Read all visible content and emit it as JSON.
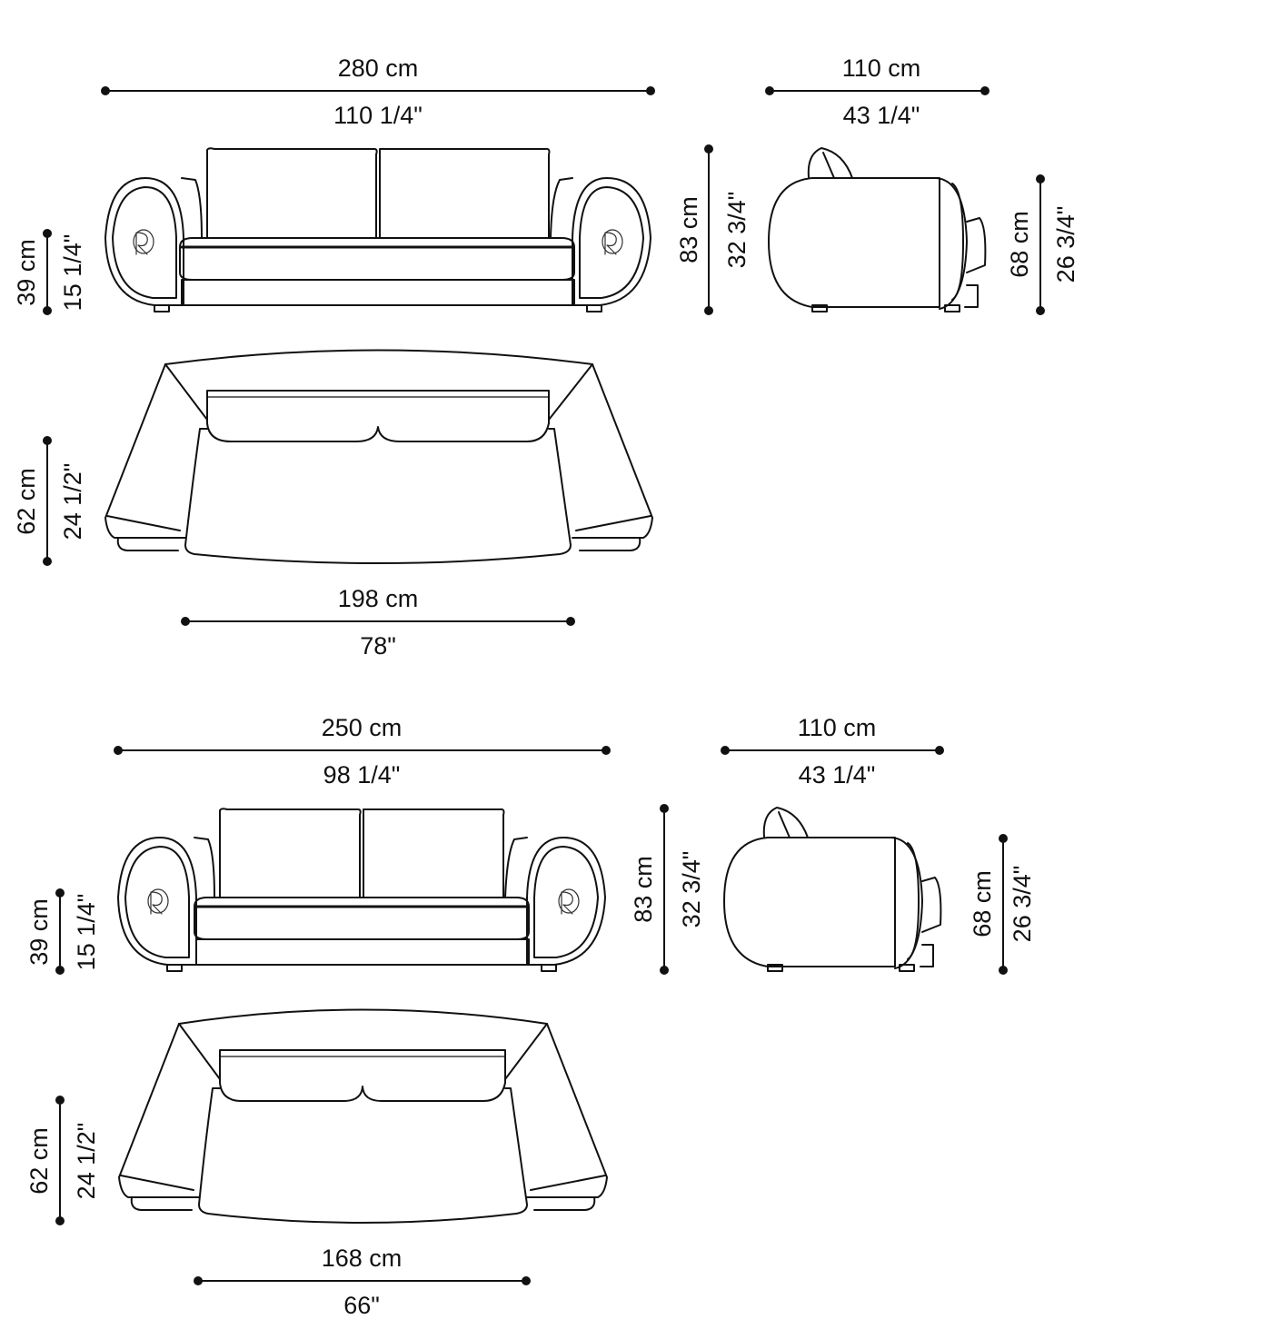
{
  "models": [
    {
      "front_width": {
        "cm": "280 cm",
        "in": "110 1/4\""
      },
      "side_depth": {
        "cm": "110 cm",
        "in": "43 1/4\""
      },
      "total_height": {
        "cm": "83 cm",
        "in": "32 3/4\""
      },
      "arm_height": {
        "cm": "68 cm",
        "in": "26 3/4\""
      },
      "seat_height": {
        "cm": "39 cm",
        "in": "15 1/4\""
      },
      "seat_depth": {
        "cm": "62 cm",
        "in": "24 1/2\""
      },
      "seat_width": {
        "cm": "198 cm",
        "in": "78\""
      }
    },
    {
      "front_width": {
        "cm": "250 cm",
        "in": "98 1/4\""
      },
      "side_depth": {
        "cm": "110 cm",
        "in": "43 1/4\""
      },
      "total_height": {
        "cm": "83 cm",
        "in": "32 3/4\""
      },
      "arm_height": {
        "cm": "68 cm",
        "in": "26 3/4\""
      },
      "seat_height": {
        "cm": "39 cm",
        "in": "15 1/4\""
      },
      "seat_depth": {
        "cm": "62 cm",
        "in": "24 1/2\""
      },
      "seat_width": {
        "cm": "168 cm",
        "in": "66\""
      }
    }
  ]
}
